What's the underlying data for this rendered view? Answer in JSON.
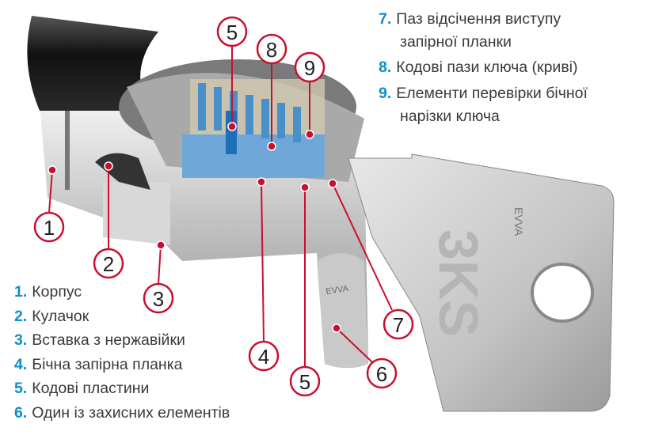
{
  "legend_left": [
    {
      "num": "1.",
      "text": "Корпус"
    },
    {
      "num": "2.",
      "text": "Кулачок"
    },
    {
      "num": "3.",
      "text": "Вставка з нержавійки"
    },
    {
      "num": "4.",
      "text": "Бічна запірна планка"
    },
    {
      "num": "5.",
      "text": "Кодові пластини"
    },
    {
      "num": "6.",
      "text": "Один із захисних елементів"
    }
  ],
  "legend_right": [
    {
      "num": "7.",
      "text": "Паз відсічення виступу",
      "cont": "запірної планки"
    },
    {
      "num": "8.",
      "text": "Кодові пази ключа (криві)"
    },
    {
      "num": "9.",
      "text": "Елементи перевірки бічної",
      "cont": "нарізки ключа"
    }
  ],
  "callouts": [
    "1",
    "2",
    "3",
    "4",
    "5",
    "5",
    "6",
    "7",
    "8",
    "9"
  ],
  "brand": {
    "cylinder_mark": "EVVA",
    "key_mark": "3KS"
  },
  "colors": {
    "accent": "#0a8fd0",
    "callout": "#c8102e",
    "text": "#3a3a3a"
  }
}
